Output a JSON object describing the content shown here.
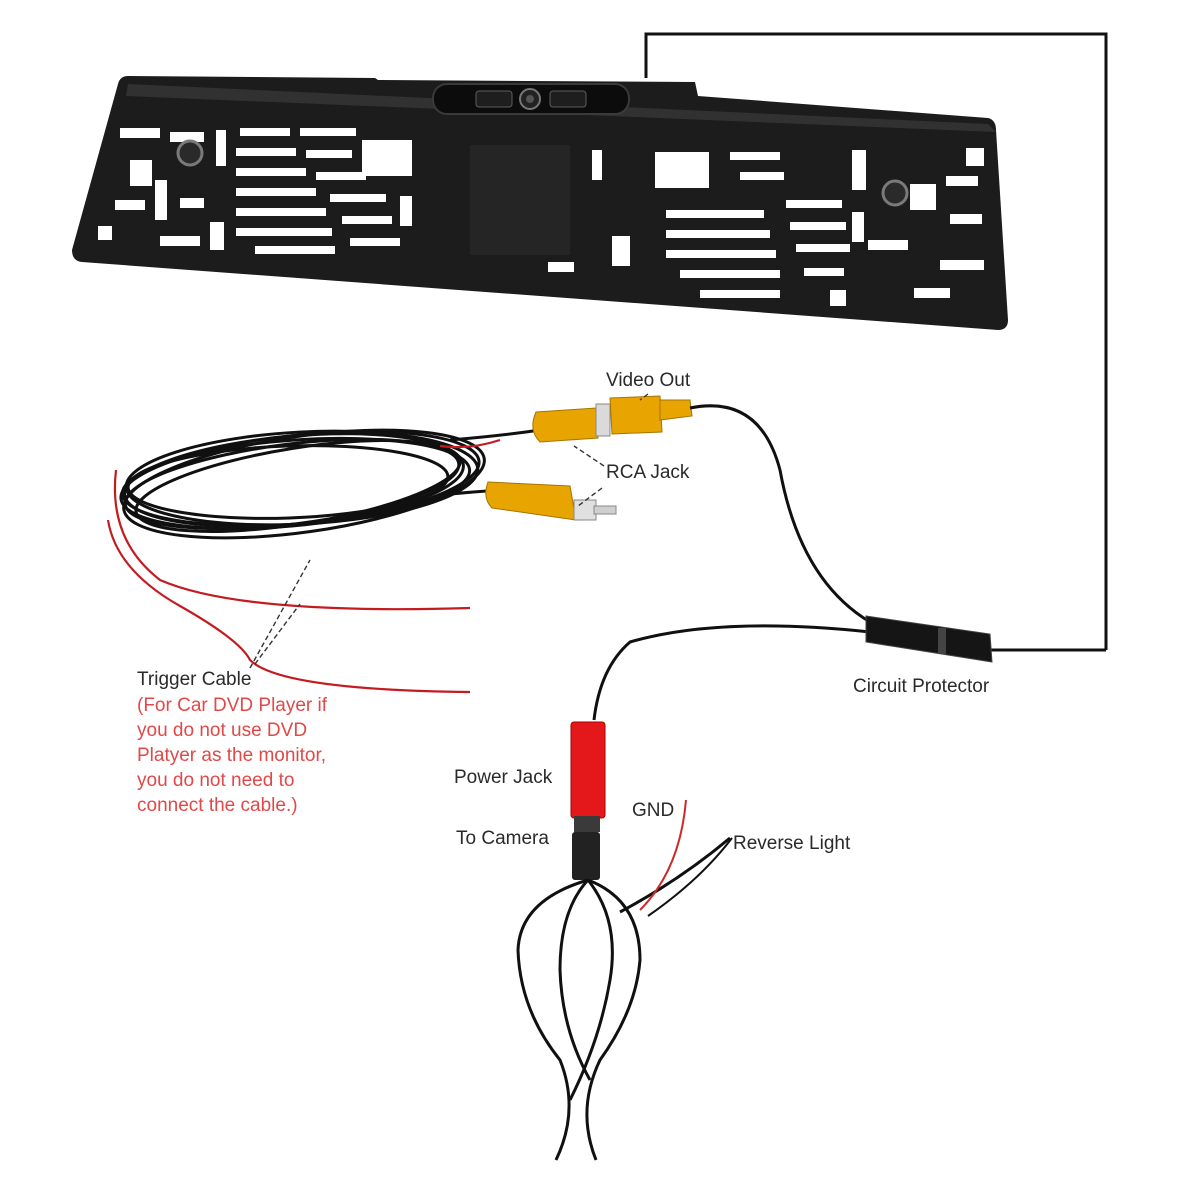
{
  "labels": {
    "video_out": "Video Out",
    "rca_jack": "RCA Jack",
    "trigger_cable": "Trigger Cable",
    "trigger_note": [
      "(For Car DVD Player if",
      "you do not use DVD",
      "Platyer as the monitor,",
      "you do not need to",
      "connect the cable.)"
    ],
    "circuit_protector": "Circuit Protector",
    "power_jack": "Power Jack",
    "to_camera": "To Camera",
    "gnd": "GND",
    "reverse_light": "Reverse Light"
  },
  "colors": {
    "frame": "#1c1c1c",
    "connector_yellow": "#e8a400",
    "power_jack_red": "#e4171b",
    "trigger_wire": "#c31b21",
    "cable": "#101010",
    "note_text": "#e24848"
  }
}
